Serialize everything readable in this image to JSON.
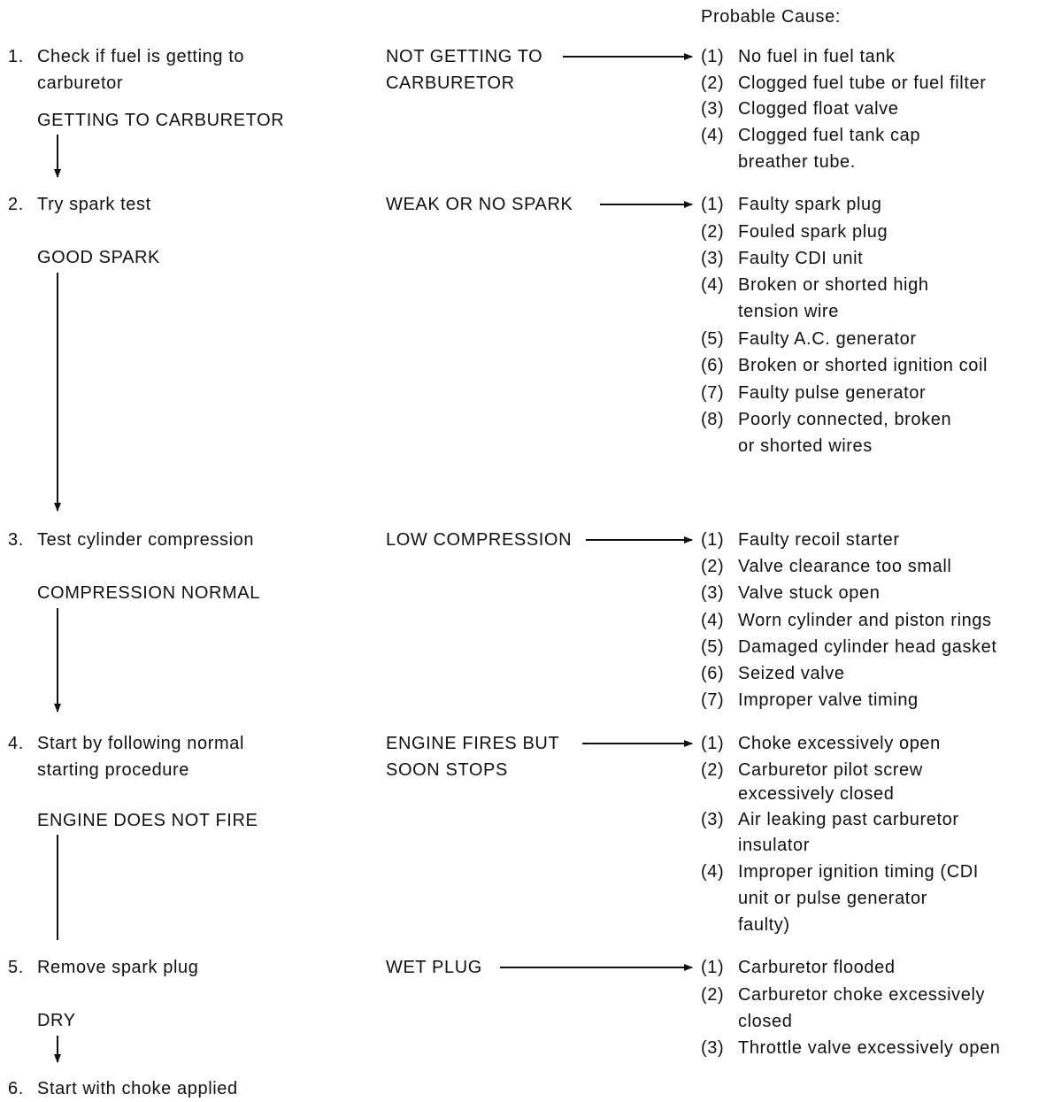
{
  "header": {
    "probable_cause": "Probable Cause:"
  },
  "steps": [
    {
      "number": "1.",
      "text": [
        "Check if fuel is getting to",
        "carburetor"
      ],
      "pass": "GETTING TO CARBURETOR",
      "fail": [
        "NOT GETTING TO",
        "CARBURETOR"
      ],
      "causes": [
        {
          "n": "(1)",
          "lines": [
            "No fuel in fuel tank"
          ]
        },
        {
          "n": "(2)",
          "lines": [
            "Clogged fuel tube or fuel filter"
          ]
        },
        {
          "n": "(3)",
          "lines": [
            "Clogged float valve"
          ]
        },
        {
          "n": "(4)",
          "lines": [
            "Clogged fuel tank cap",
            "breather tube."
          ]
        }
      ]
    },
    {
      "number": "2.",
      "text": [
        "Try spark test"
      ],
      "pass": "GOOD SPARK",
      "fail": [
        "WEAK OR NO SPARK"
      ],
      "causes": [
        {
          "n": "(1)",
          "lines": [
            "Faulty spark plug"
          ]
        },
        {
          "n": "(2)",
          "lines": [
            "Fouled spark plug"
          ]
        },
        {
          "n": "(3)",
          "lines": [
            "Faulty CDI unit"
          ]
        },
        {
          "n": "(4)",
          "lines": [
            "Broken or shorted high",
            "tension wire"
          ]
        },
        {
          "n": "(5)",
          "lines": [
            "Faulty A.C. generator"
          ]
        },
        {
          "n": "(6)",
          "lines": [
            "Broken or shorted ignition coil"
          ]
        },
        {
          "n": "(7)",
          "lines": [
            "Faulty pulse generator"
          ]
        },
        {
          "n": "(8)",
          "lines": [
            "Poorly connected, broken",
            "or shorted wires"
          ]
        }
      ]
    },
    {
      "number": "3.",
      "text": [
        "Test cylinder compression"
      ],
      "pass": "COMPRESSION NORMAL",
      "fail": [
        "LOW COMPRESSION"
      ],
      "causes": [
        {
          "n": "(1)",
          "lines": [
            "Faulty recoil starter"
          ]
        },
        {
          "n": "(2)",
          "lines": [
            "Valve clearance too small"
          ]
        },
        {
          "n": "(3)",
          "lines": [
            "Valve stuck open"
          ]
        },
        {
          "n": "(4)",
          "lines": [
            "Worn cylinder and piston rings"
          ]
        },
        {
          "n": "(5)",
          "lines": [
            "Damaged cylinder head gasket"
          ]
        },
        {
          "n": "(6)",
          "lines": [
            "Seized valve"
          ]
        },
        {
          "n": "(7)",
          "lines": [
            "Improper valve timing"
          ]
        }
      ]
    },
    {
      "number": "4.",
      "text": [
        "Start by following normal",
        "starting procedure"
      ],
      "pass": "ENGINE DOES NOT FIRE",
      "fail": [
        "ENGINE FIRES BUT",
        "SOON STOPS"
      ],
      "causes": [
        {
          "n": "(1)",
          "lines": [
            "Choke excessively open"
          ]
        },
        {
          "n": "(2)",
          "lines": [
            "Carburetor pilot screw",
            "excessively closed"
          ]
        },
        {
          "n": "(3)",
          "lines": [
            "Air leaking past carburetor",
            "insulator"
          ]
        },
        {
          "n": "(4)",
          "lines": [
            "Improper ignition timing (CDI",
            "unit or pulse generator",
            "faulty)"
          ]
        }
      ]
    },
    {
      "number": "5.",
      "text": [
        "Remove spark plug"
      ],
      "pass": "DRY",
      "fail": [
        "WET PLUG"
      ],
      "causes": [
        {
          "n": "(1)",
          "lines": [
            "Carburetor flooded"
          ]
        },
        {
          "n": "(2)",
          "lines": [
            "Carburetor choke excessively",
            "closed"
          ]
        },
        {
          "n": "(3)",
          "lines": [
            "Throttle valve excessively open"
          ]
        }
      ]
    },
    {
      "number": "6.",
      "text": [
        "Start with choke applied"
      ],
      "pass": "",
      "fail": [],
      "causes": []
    }
  ]
}
